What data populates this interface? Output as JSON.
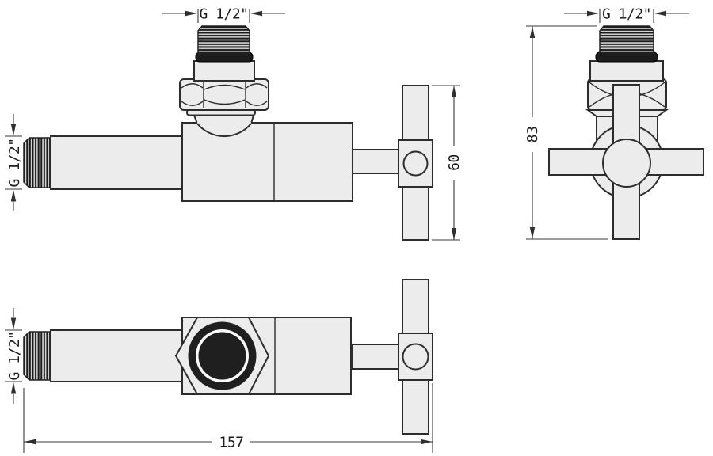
{
  "drawing": {
    "type": "technical-drawing",
    "subject": "angle valve with cross handle, three orthographic views",
    "background": "#ffffff",
    "colors": {
      "body_fill": "#ececec",
      "outline": "#2d2d2d",
      "seal_black": "#1c1c1c",
      "dimension_lines": "#3a3a3a"
    },
    "views": {
      "side": {
        "name": "side view top-left",
        "thread_top_label": "G 1/2\"",
        "thread_left_label": "G 1/2\"",
        "handle_height": "60"
      },
      "front": {
        "name": "front view top-right",
        "thread_top_label": "G 1/2\"",
        "overall_height": "83"
      },
      "plan": {
        "name": "bottom view",
        "thread_left_label": "G 1/2\"",
        "overall_length": "157"
      }
    }
  }
}
